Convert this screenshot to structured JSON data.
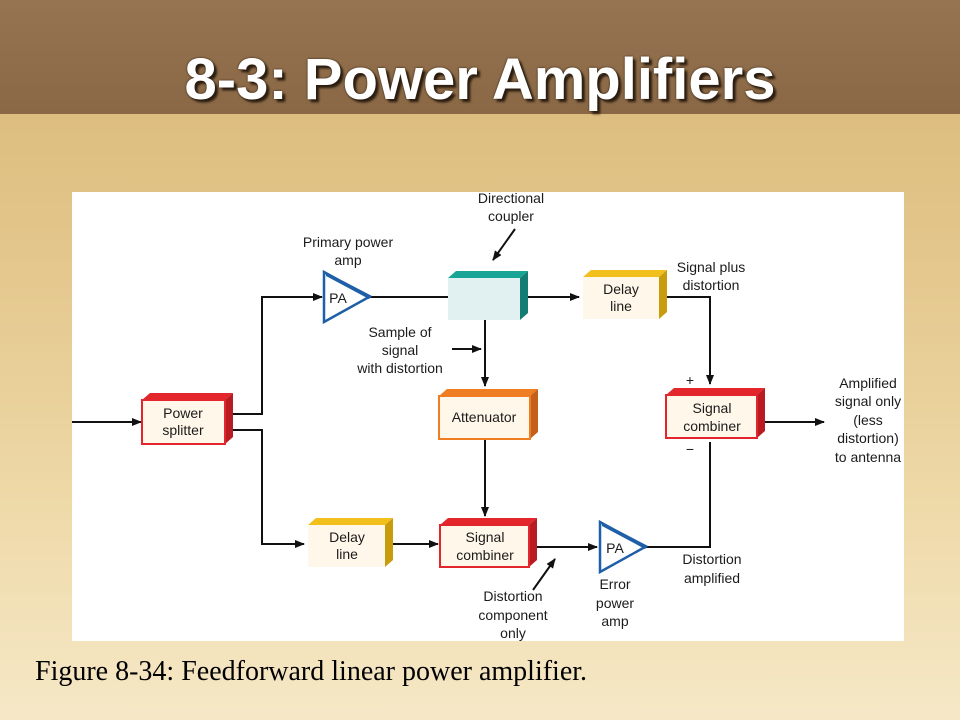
{
  "slide": {
    "title": "8-3: Power Amplifiers",
    "caption": "Figure 8-34: Feedforward linear power amplifier."
  },
  "diagram": {
    "blocks": {
      "power_splitter": [
        "Power",
        "splitter"
      ],
      "pa_primary": "PA",
      "directional_coupler": "",
      "delay_line_top": [
        "Delay",
        "line"
      ],
      "signal_combiner_right": [
        "Signal",
        "combiner"
      ],
      "attenuator": "Attenuator",
      "delay_line_bottom": [
        "Delay",
        "line"
      ],
      "signal_combiner_bottom": [
        "Signal",
        "combiner"
      ],
      "pa_error": "PA"
    },
    "labels": {
      "directional_coupler": [
        "Directional",
        "coupler"
      ],
      "primary_power_amp": [
        "Primary power",
        "amp"
      ],
      "signal_plus_distortion": [
        "Signal plus",
        "distortion"
      ],
      "sample_of_signal": [
        "Sample of",
        "signal",
        "with distortion"
      ],
      "amplified_signal": [
        "Amplified",
        "signal only",
        "(less",
        "distortion)",
        "to antenna"
      ],
      "distortion_component": [
        "Distortion",
        "component",
        "only"
      ],
      "error_power_amp": [
        "Error",
        "power",
        "amp"
      ],
      "distortion_amplified": [
        "Distortion",
        "amplified"
      ],
      "plus_sign": "+",
      "minus_sign": "−"
    },
    "colors": {
      "red": "#e3262b",
      "teal": "#18a598",
      "yellow": "#f2c01d",
      "orange": "#ef7d22",
      "blue": "#1f5fa8",
      "block_fill": "#fff7ea"
    }
  }
}
